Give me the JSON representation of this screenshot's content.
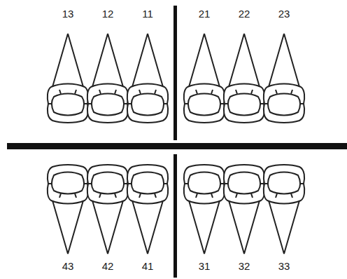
{
  "diagram": {
    "labels": [
      "13",
      "12",
      "11",
      "21",
      "22",
      "23",
      "43",
      "42",
      "41",
      "31",
      "32",
      "33"
    ]
  }
}
